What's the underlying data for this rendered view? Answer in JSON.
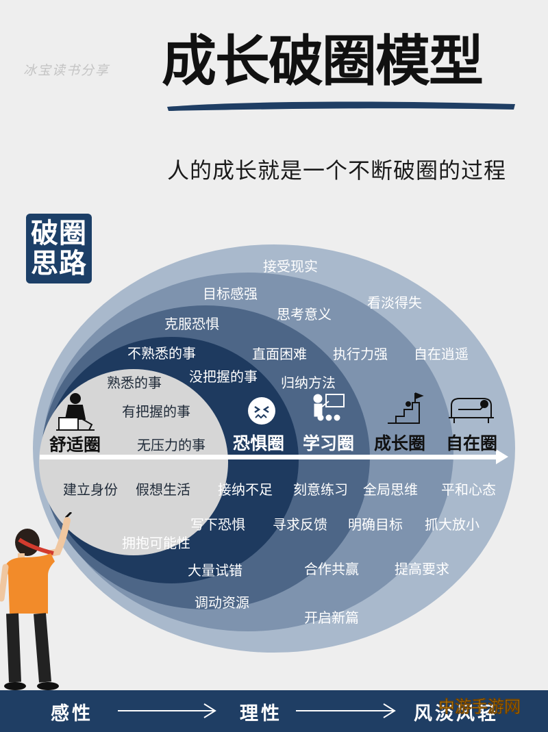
{
  "watermark": "冰宝读书分享",
  "title": "成长破圈模型",
  "subtitle": "人的成长就是一个不断破圈的过程",
  "badge": {
    "line1": "破圈",
    "line2": "思路"
  },
  "zones": [
    "舒适圈",
    "恐惧圈",
    "学习圈",
    "成长圈",
    "自在圈"
  ],
  "comfort_items": [
    "不熟悉的事",
    "熟悉的事",
    "有把握的事",
    "无压力的事",
    "建立身份",
    "假想生活"
  ],
  "fear_items": [
    "克服恐惧",
    "没把握的事",
    "接纳不足",
    "写下恐惧",
    "拥抱可能性"
  ],
  "learning_items": [
    "目标感强",
    "直面困难",
    "归纳方法",
    "刻意练习",
    "寻求反馈",
    "大量试错",
    "调动资源"
  ],
  "growth_items": [
    "思考意义",
    "执行力强",
    "全局思维",
    "明确目标",
    "合作共赢",
    "开启新篇"
  ],
  "free_items": [
    "接受现实",
    "看淡得失",
    "自在逍遥",
    "平和心态",
    "抓大放小",
    "提高要求"
  ],
  "footer": {
    "left": "感性",
    "middle": "理性",
    "right": "风淡风轻"
  },
  "corner_logo": "中游手游网",
  "colors": {
    "free": "#a9b9cc",
    "growth": "#7e93ae",
    "learning": "#4d6687",
    "fear": "#1e3a5f",
    "comfort": "#d6d6d6",
    "footer": "#1f3e64",
    "badge": "#1c3f67"
  }
}
